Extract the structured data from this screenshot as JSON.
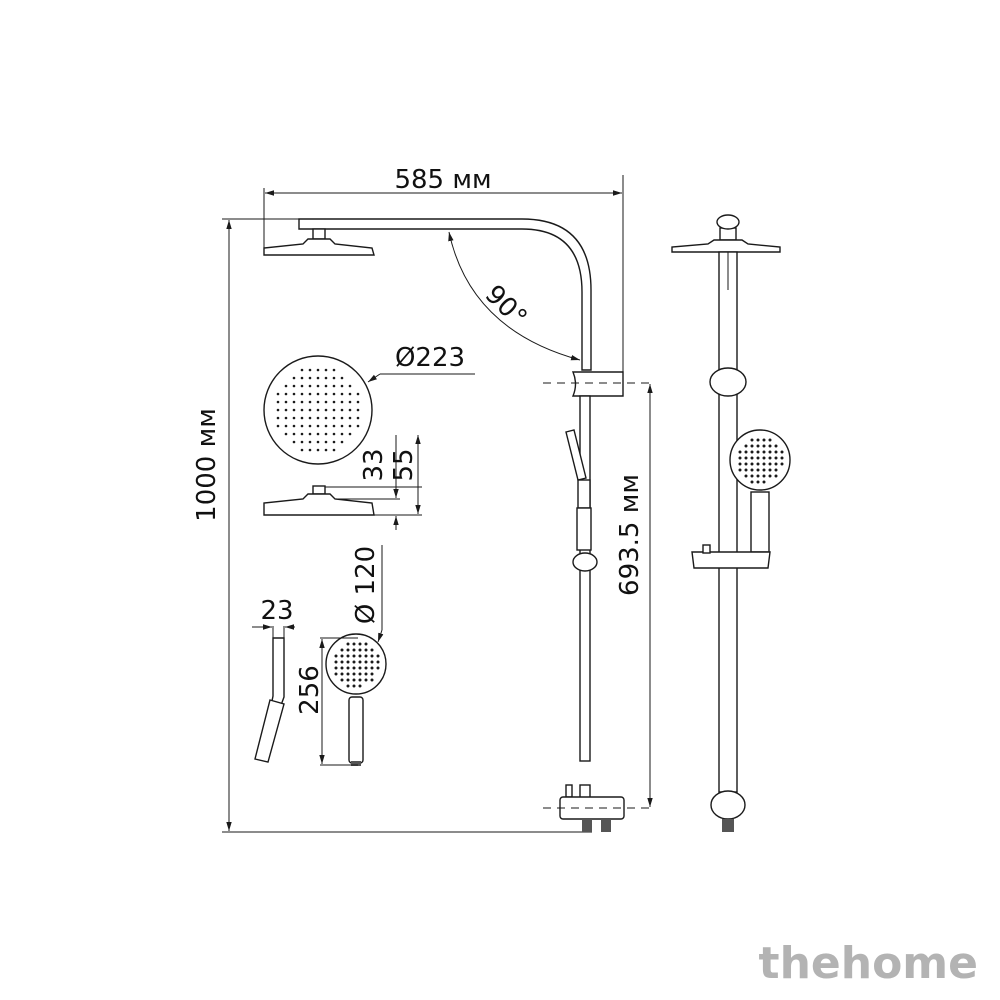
{
  "dimensions": {
    "width": "585 мм",
    "height": "1000 мм",
    "angle": "90°",
    "head_diameter": "Ø223",
    "head_height_a": "33",
    "head_height_b": "55",
    "bar_height": "693.5 мм",
    "hand_diameter": "Ø 120",
    "hand_length": "256",
    "hand_width": "23"
  },
  "watermark": "thehome",
  "colors": {
    "line": "#1a1a1a",
    "watermark": "#b3b3b3"
  }
}
